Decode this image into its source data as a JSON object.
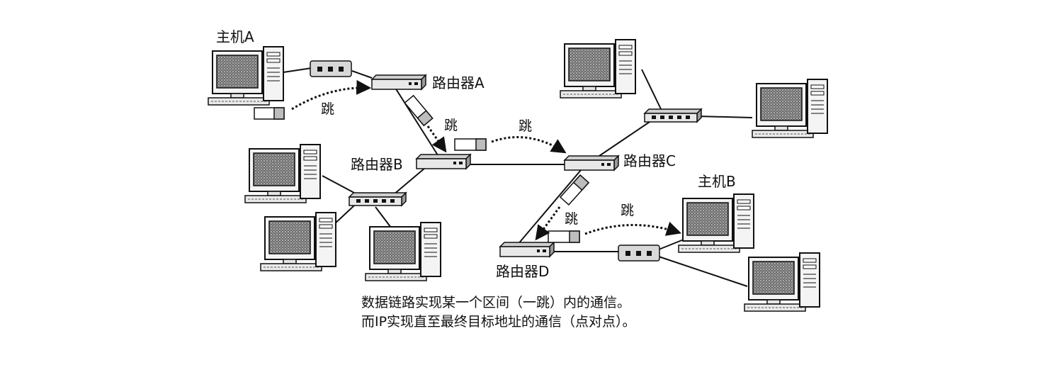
{
  "labels": {
    "host_a": "主机A",
    "host_b": "主机B",
    "router_a": "路由器A",
    "router_b": "路由器B",
    "router_c": "路由器C",
    "router_d": "路由器D",
    "hop": "跳"
  },
  "caption": {
    "line1": "数据链路实现某一个区间（一跳）内的通信。",
    "line2": "而IP实现直至最终目标地址的通信（点对点）。"
  }
}
